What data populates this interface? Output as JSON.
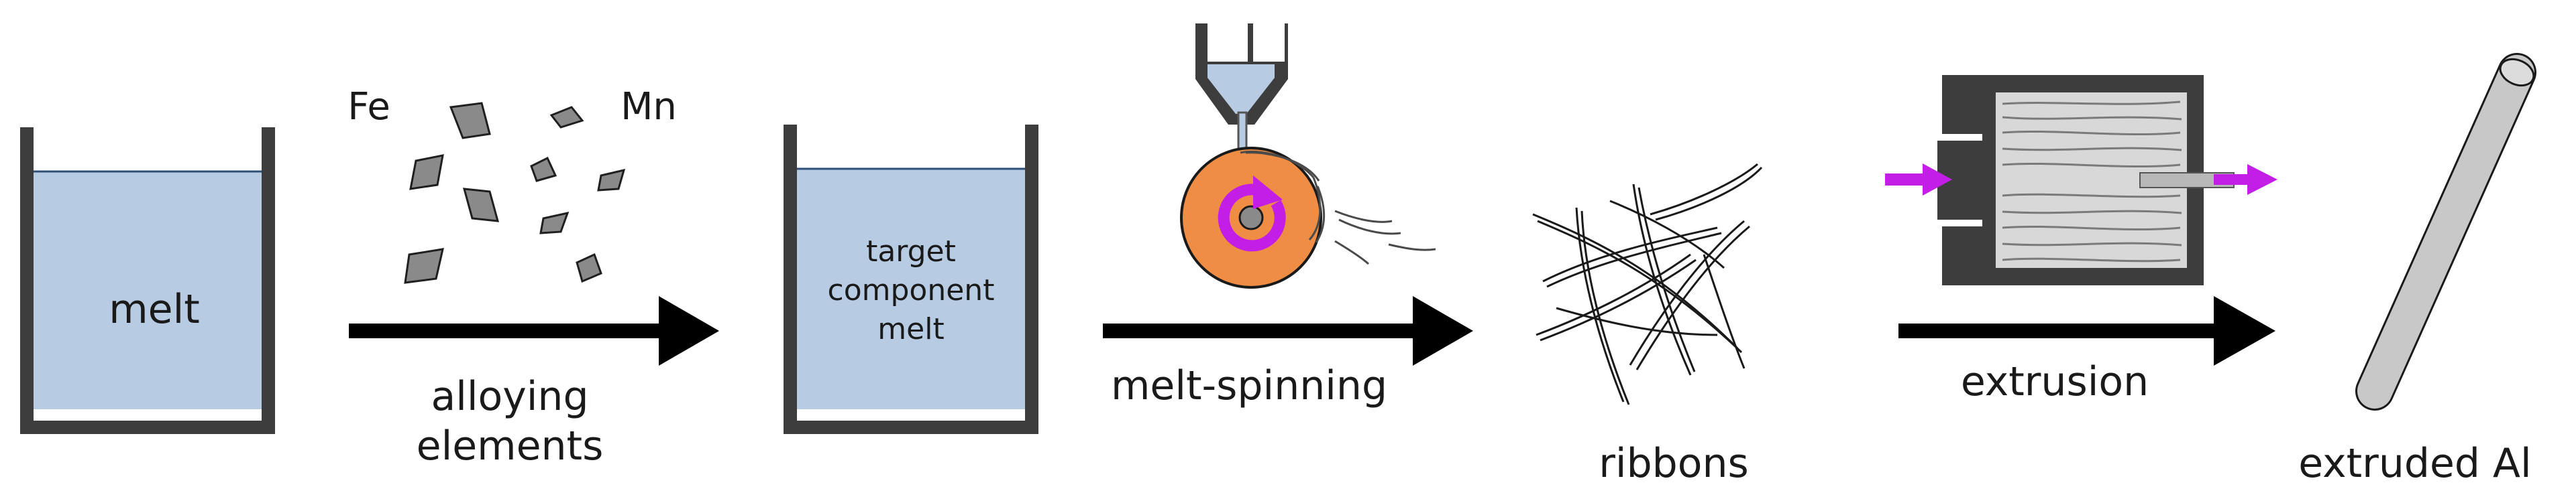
{
  "steps": {
    "melt": {
      "label": "melt"
    },
    "alloying": {
      "line1": "alloying",
      "line2": "elements",
      "element_left": "Fe",
      "element_right": "Mn"
    },
    "target": {
      "line1": "target",
      "line2": "component",
      "line3": "melt"
    },
    "spinning": {
      "label": "melt-spinning"
    },
    "ribbons": {
      "label": "ribbons"
    },
    "extrusion": {
      "label": "extrusion"
    },
    "product": {
      "label": "extruded Al"
    }
  },
  "colors": {
    "melt_fill": "#b7cbe3",
    "crucible": "#3d3d3d",
    "wheel": "#ef8d45",
    "rotation": "#c21ee6",
    "flake": "#8a8a8a",
    "rod": "#c8c8c8",
    "arrow": "#000000"
  },
  "icons": [
    "crucible",
    "flake",
    "nozzle",
    "spinning-wheel",
    "rotation-arrow",
    "ribbon",
    "extrusion-press",
    "ram-arrow",
    "extruded-rod"
  ]
}
